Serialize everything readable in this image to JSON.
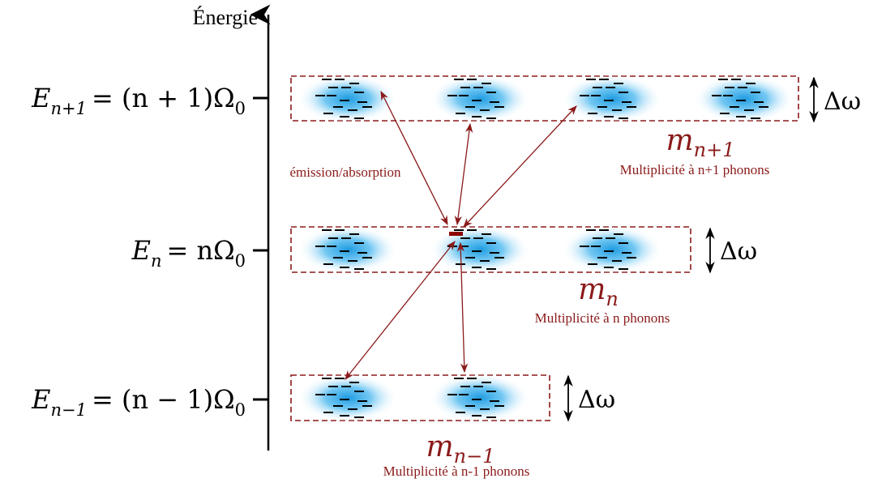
{
  "axis": {
    "label": "Énergie"
  },
  "levels": [
    {
      "id": "n-plus-1",
      "E_symbol": "E",
      "E_sub": "n+1",
      "E_rhs": "= (n + 1)Ω",
      "E_rhs_sub": "0",
      "m_symbol": "m",
      "m_sub": "n+1",
      "multiplicity": "Multiplicité à n+1 phonons",
      "delta": "Δω",
      "cluster_count": 4
    },
    {
      "id": "n",
      "E_symbol": "E",
      "E_sub": "n",
      "E_rhs": "= nΩ",
      "E_rhs_sub": "0",
      "m_symbol": "m",
      "m_sub": "n",
      "multiplicity": "Multiplicité à n phonons",
      "delta": "Δω",
      "cluster_count": 3
    },
    {
      "id": "n-minus-1",
      "E_symbol": "E",
      "E_sub": "n−1",
      "E_rhs": "= (n − 1)Ω",
      "E_rhs_sub": "0",
      "m_symbol": "m",
      "m_sub": "n−1",
      "multiplicity": "Multiplicité à n-1 phonons",
      "delta": "Δω",
      "cluster_count": 2
    }
  ],
  "transition_label": "émission/absorption",
  "colors": {
    "accent": "#8b1a1a",
    "axis": "#000000",
    "cloud_core": "#1e9be0",
    "cloud_edge": "#ffffff",
    "marker": "#8b0000"
  }
}
